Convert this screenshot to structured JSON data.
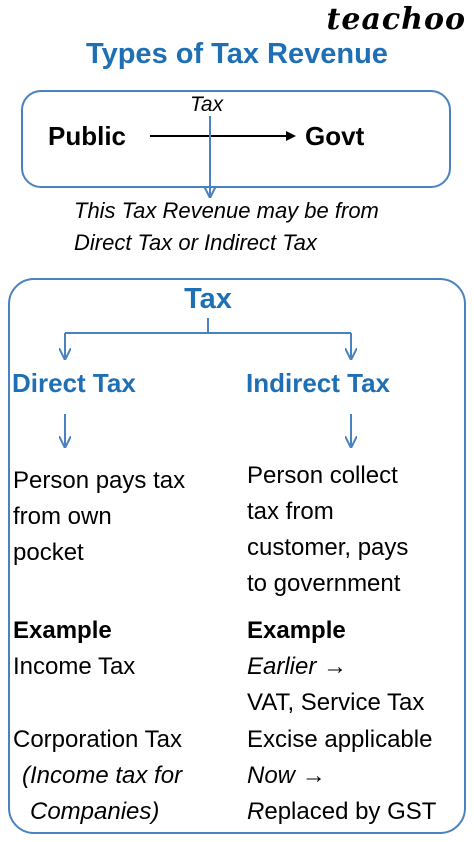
{
  "logo": "teachoo",
  "title": "Types of Tax Revenue",
  "flow": {
    "arrow_label": "Tax",
    "from": "Public",
    "to": "Govt",
    "note_line1": "This Tax Revenue may be from",
    "note_line2": "Direct Tax or Indirect Tax"
  },
  "tree": {
    "root": "Tax",
    "direct": {
      "heading": "Direct Tax",
      "desc": [
        "Person pays tax",
        "from own",
        "pocket"
      ],
      "example_label": "Example",
      "examples": [
        "Income Tax",
        "Corporation Tax",
        "(Income tax for",
        "Companies)"
      ]
    },
    "indirect": {
      "heading": "Indirect Tax",
      "desc": [
        "Person collect",
        "tax from",
        "customer, pays",
        "to government"
      ],
      "example_label": "Example",
      "earlier": "Earlier",
      "arrow": "→",
      "earlier_items": [
        "VAT, Service Tax",
        "Excise applicable"
      ],
      "now": "Now",
      "now_r": "R",
      "now_item_rest": "eplaced by GST"
    }
  },
  "colors": {
    "accent": "#1f6fb4",
    "border": "#4a82c0"
  }
}
